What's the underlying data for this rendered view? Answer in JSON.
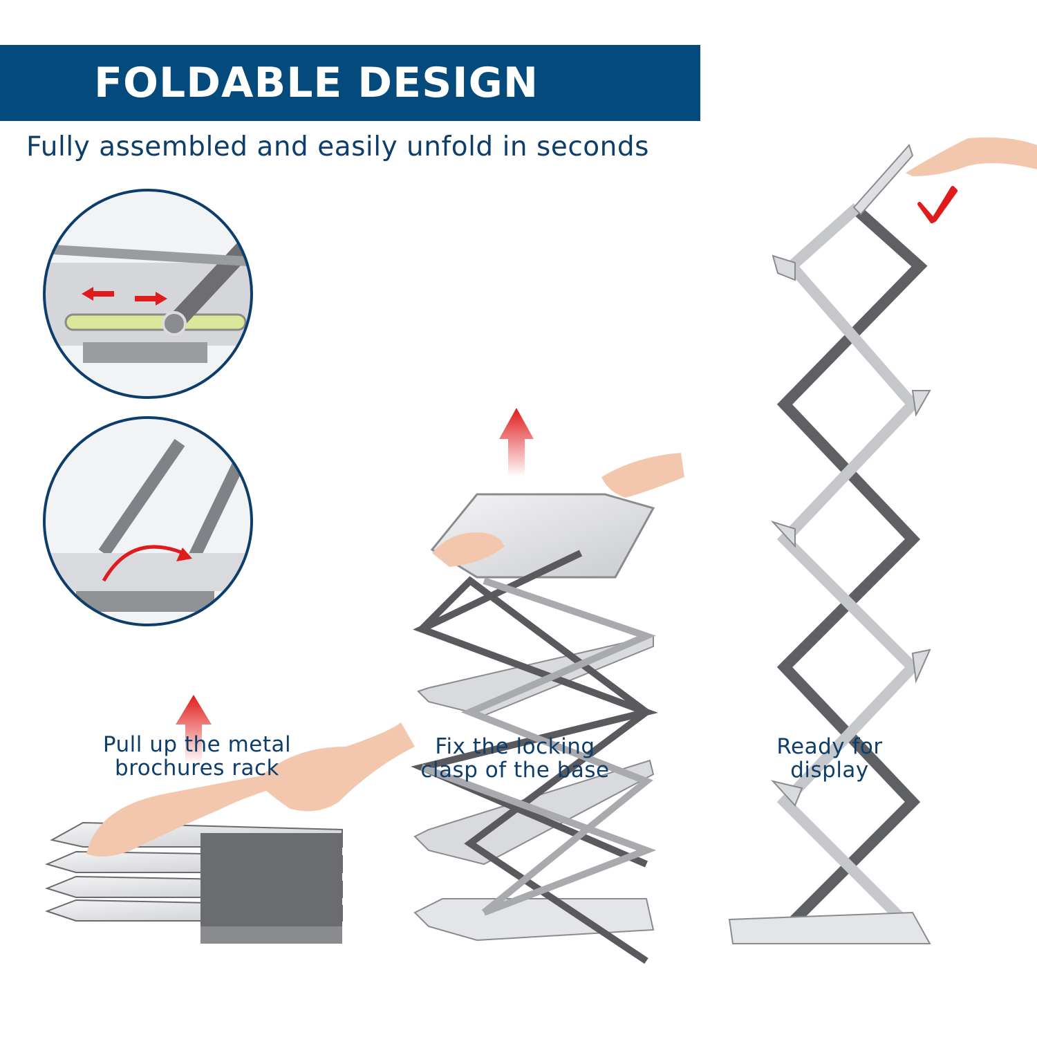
{
  "banner": {
    "title": "FOLDABLE DESIGN"
  },
  "subtitle": "Fully assembled and easily unfold in seconds",
  "steps": [
    {
      "label_line1": "Pull up the metal",
      "label_line2": "brochures rack"
    },
    {
      "label_line1": "Fix the locking",
      "label_line2": "clasp of the base"
    },
    {
      "label_line1": "Ready for",
      "label_line2": "display"
    }
  ],
  "colors": {
    "banner": "#044a7c",
    "text": "#0d3e6b",
    "arrow": "#e01b1b",
    "frame_dark": "#5a5a5e",
    "frame_silver": "#c9cbcf"
  },
  "icons": [
    "up-arrow-icon",
    "check-mark-icon",
    "double-arrow-icon",
    "curved-arrow-icon"
  ]
}
